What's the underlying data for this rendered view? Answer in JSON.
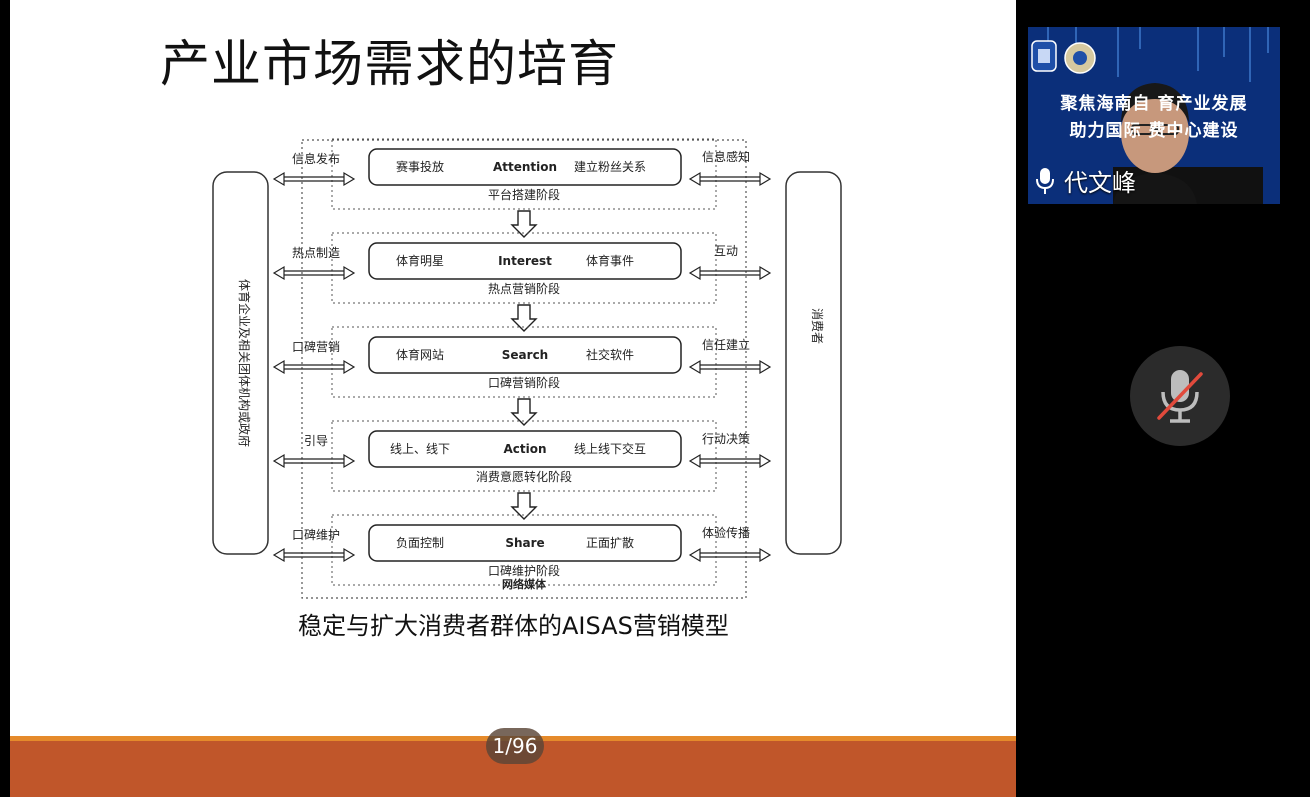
{
  "slide": {
    "title": "产业市场需求的培育",
    "caption": "稳定与扩大消费者群体的AISAS营销模型",
    "page_counter": "1/96",
    "diagram": {
      "left_column": "体育企业及相关团体机构或政府",
      "right_column": "消费者",
      "outer_label": "网络媒体",
      "stages": [
        {
          "left_label": "信息发布",
          "right_label": "信息感知",
          "left_item": "赛事投放",
          "keyword": "Attention",
          "right_item": "建立粉丝关系",
          "stage_name": "平台搭建阶段"
        },
        {
          "left_label": "热点制造",
          "right_label": "互动",
          "left_item": "体育明星",
          "keyword": "Interest",
          "right_item": "体育事件",
          "stage_name": "热点营销阶段"
        },
        {
          "left_label": "口碑营销",
          "right_label": "信任建立",
          "left_item": "体育网站",
          "keyword": "Search",
          "right_item": "社交软件",
          "stage_name": "口碑营销阶段"
        },
        {
          "left_label": "引导",
          "right_label": "行动决策",
          "left_item": "线上、线下",
          "keyword": "Action",
          "right_item": "线上线下交互",
          "stage_name": "消费意愿转化阶段"
        },
        {
          "left_label": "口碑维护",
          "right_label": "体验传播",
          "left_item": "负面控制",
          "keyword": "Share",
          "right_item": "正面扩散",
          "stage_name": "口碑维护阶段"
        }
      ]
    }
  },
  "speaker": {
    "name": "代文峰",
    "banner_line1": "聚焦海南自  育产业发展",
    "banner_line2": "助力国际    费中心建设"
  },
  "controls": {
    "mute_icon": "mic-off-icon"
  },
  "colors": {
    "bottom_band": "#c0562a",
    "bottom_band_stripe": "#e58a2b",
    "speaker_bg": "#0b2f7a",
    "mute_slash": "#e14a3c"
  }
}
